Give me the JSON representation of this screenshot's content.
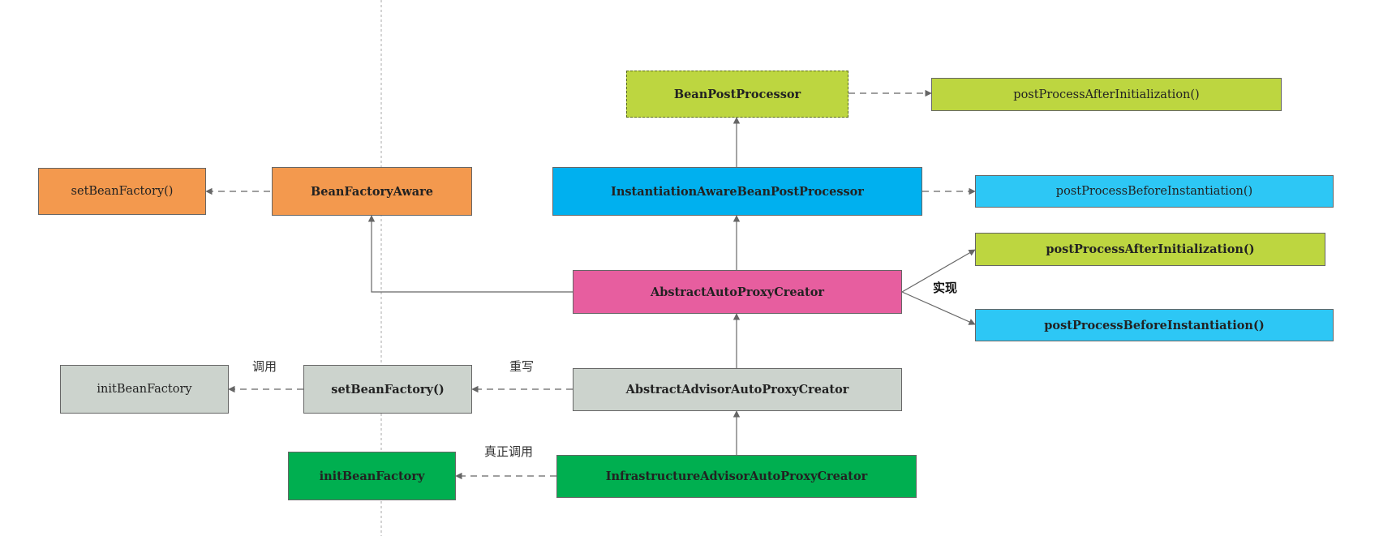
{
  "colors": {
    "orange": "#F3994E",
    "yellowgreen": "#BDD640",
    "blue": "#00B0EF",
    "lightblue": "#2DC7F5",
    "pink": "#E75E9F",
    "gray": "#CCD3CD",
    "green": "#00AF50",
    "line": "#666666"
  },
  "nodes": {
    "bean_post_processor": "BeanPostProcessor",
    "bpp_method": "postProcessAfterInitialization()",
    "set_bean_factory_left": "setBeanFactory()",
    "bean_factory_aware": "BeanFactoryAware",
    "iabpp": "InstantiationAwareBeanPostProcessor",
    "iabpp_method": "postProcessBeforeInstantiation()",
    "impl_after_init": "postProcessAfterInitialization()",
    "abstract_auto_proxy_creator": "AbstractAutoProxyCreator",
    "impl_before_inst": "postProcessBeforeInstantiation()",
    "init_bean_factory_gray": "initBeanFactory",
    "set_bean_factory_gray": "setBeanFactory()",
    "abstract_advisor_apc": "AbstractAdvisorAutoProxyCreator",
    "init_bean_factory_green": "initBeanFactory",
    "infrastructure_advisor_apc": "InfrastructureAdvisorAutoProxyCreator"
  },
  "labels": {
    "implement": "实现",
    "call": "调用",
    "override": "重写",
    "real_call": "真正调用"
  }
}
